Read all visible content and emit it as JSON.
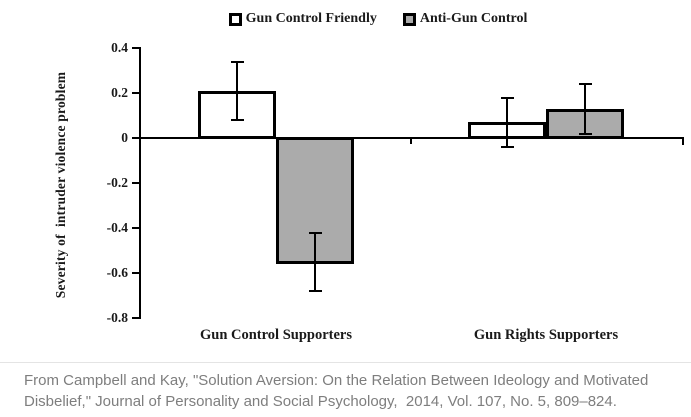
{
  "legend": {
    "items": [
      {
        "label": "Gun Control Friendly",
        "fill": "#ffffff"
      },
      {
        "label": "Anti-Gun Control",
        "fill": "#ababab"
      }
    ]
  },
  "chart_data": {
    "type": "bar",
    "title": "",
    "ylabel": "Severity of  intruder violence problem",
    "categories": [
      "Gun Control Supporters",
      "Gun Rights Supporters"
    ],
    "series": [
      {
        "name": "Gun Control Friendly",
        "fill": "#ffffff",
        "values": [
          0.21,
          0.07
        ],
        "errors": [
          0.13,
          0.11
        ]
      },
      {
        "name": "Anti-Gun Control",
        "fill": "#ababab",
        "values": [
          -0.55,
          0.13
        ],
        "errors": [
          0.13,
          0.11
        ]
      }
    ],
    "ylim": [
      -0.8,
      0.4
    ],
    "yticks": [
      0.4,
      0.2,
      0,
      -0.2,
      -0.4,
      -0.6,
      -0.8
    ],
    "grid": false,
    "legend_position": "top",
    "error_bars": true
  },
  "caption": {
    "line1": "From Campbell and Kay, \"Solution Aversion: On the Relation Between Ideology and Motivated",
    "line2": "Disbelief,\" Journal of Personality and Social Psychology,  2014, Vol. 107, No. 5, 809–824."
  },
  "colors": {
    "bar_gray": "#ababab",
    "bar_border": "#000000",
    "axis": "#000000",
    "caption_text": "#7e7e7e",
    "divider": "#e4e4e4"
  }
}
